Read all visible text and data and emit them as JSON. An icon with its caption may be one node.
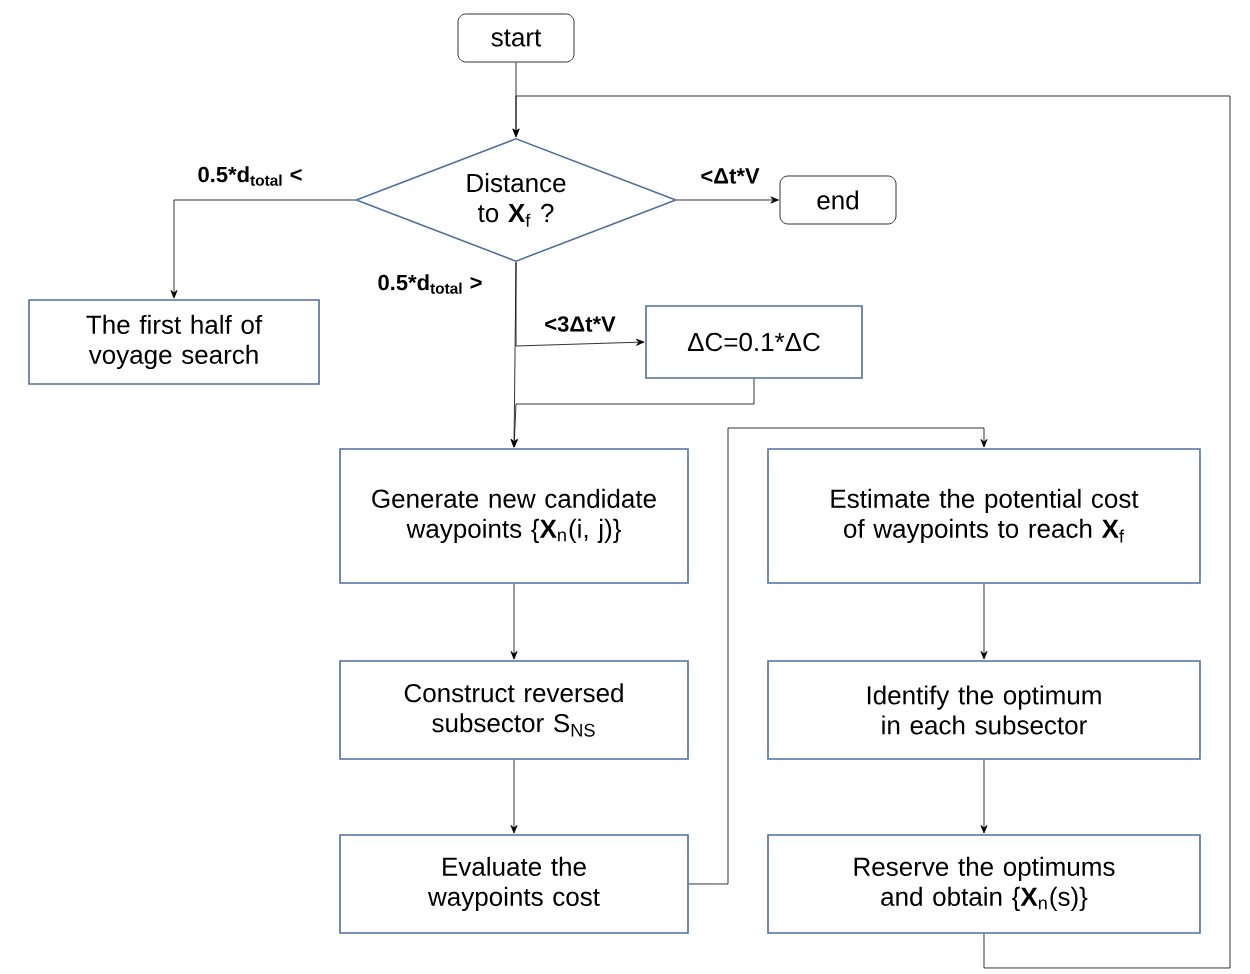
{
  "diagram": {
    "nodes": [
      {
        "text": [
          "start"
        ]
      },
      {
        "text": [
          "Distance to **X**$_{f}$ ?"
        ]
      },
      {
        "text": [
          "end"
        ]
      },
      {
        "text": [
          "The first half of voyage search"
        ]
      },
      {
        "text": [
          "ΔC=0.1*ΔC"
        ]
      },
      {
        "text": [
          "Generate new candidate waypoints {**X**$_{n}$(i, j)}"
        ]
      },
      {
        "text": [
          "Construct reversed subsector S$_{NS}$"
        ]
      },
      {
        "text": [
          "Evaluate the waypoints cost"
        ]
      },
      {
        "text": [
          "Estimate the potential cost of waypoints to reach **X**$_{f}$"
        ]
      },
      {
        "text": [
          "Identify the optimum in each subsector"
        ]
      },
      {
        "text": [
          "Reserve the optimums and obtain {**X**$_{n}$(s)}"
        ]
      }
    ],
    "edges": [
      {
        "from": 0,
        "to": 1,
        "arrow": "to"
      },
      {
        "from": 1,
        "to": 3,
        "arrow": "to",
        "label": "0.5*d$_{total}$ <"
      },
      {
        "from": 1,
        "to": 2,
        "arrow": "to",
        "label": "<Δt*V"
      },
      {
        "from": 1,
        "to": 5,
        "arrow": "to",
        "label": "0.5*d$_{total}$ >"
      },
      {
        "from": 1,
        "to": 4,
        "arrow": "to",
        "label": "<3Δt*V"
      },
      {
        "from": 4,
        "to": 5,
        "arrow": "to"
      },
      {
        "from": 5,
        "to": 6,
        "arrow": "to"
      },
      {
        "from": 6,
        "to": 7,
        "arrow": "to"
      },
      {
        "from": 7,
        "to": 8,
        "arrow": "to"
      },
      {
        "from": 8,
        "to": 9,
        "arrow": "to"
      },
      {
        "from": 9,
        "to": 10,
        "arrow": "to"
      },
      {
        "from": 10,
        "to": 1,
        "arrow": "to"
      }
    ]
  }
}
